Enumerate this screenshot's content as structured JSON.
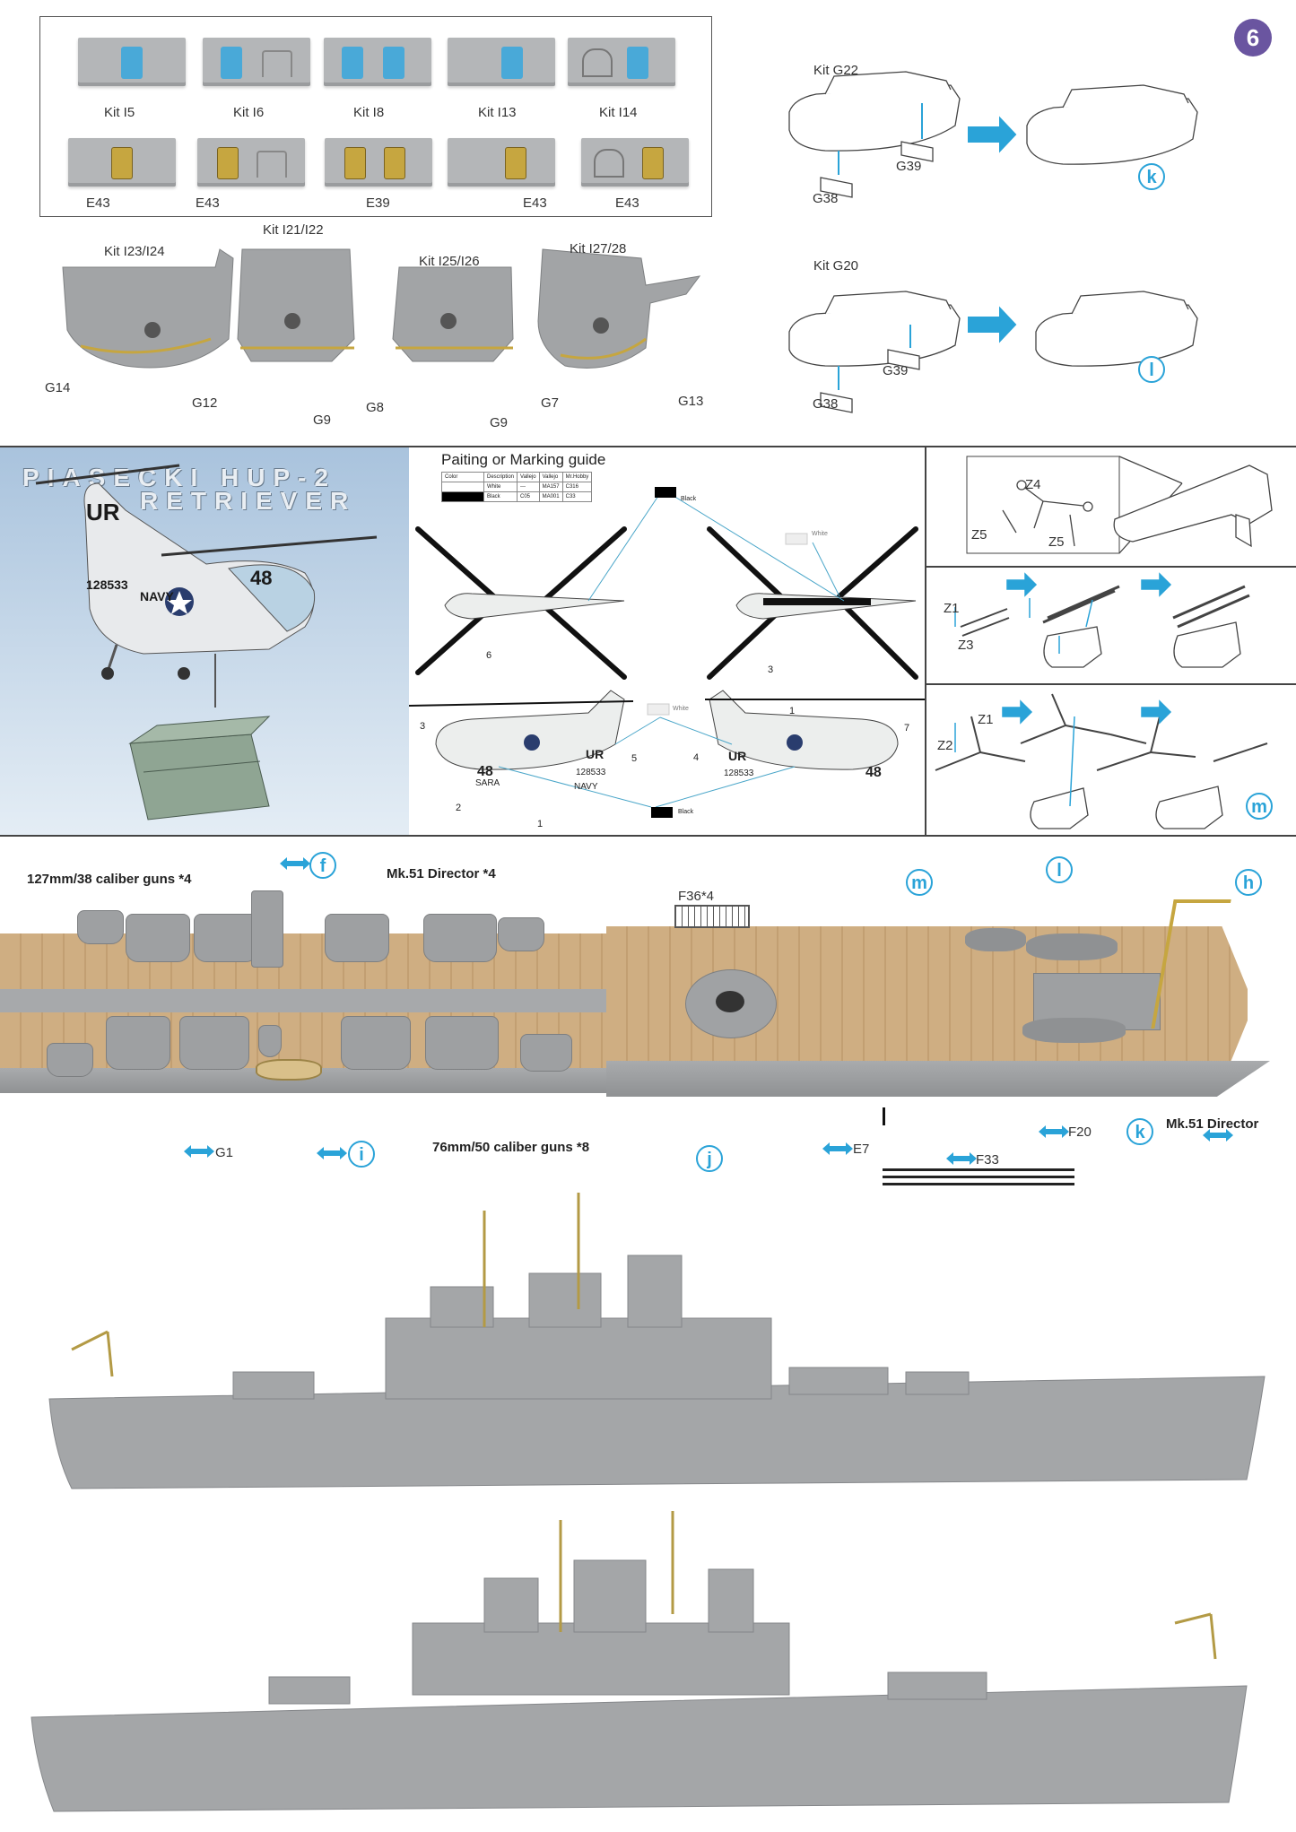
{
  "step_number": "6",
  "top_left": {
    "kit_labels": [
      "Kit I5",
      "Kit I6",
      "Kit I8",
      "Kit I13",
      "Kit I14"
    ],
    "pe_labels": [
      "E43",
      "E43",
      "E39",
      "E43",
      "E43"
    ],
    "platform_labels": [
      "Kit I23/I24",
      "Kit I21/I22",
      "Kit I25/I26",
      "Kit I27/28"
    ],
    "part_labels": [
      "G14",
      "G12",
      "G9",
      "G8",
      "G9",
      "G7",
      "G13"
    ]
  },
  "boats": {
    "boat_k": {
      "kit": "Kit G22",
      "parts": [
        "G38",
        "G39"
      ],
      "mark": "k"
    },
    "boat_l": {
      "kit": "Kit G20",
      "parts": [
        "G38",
        "G39"
      ],
      "mark": "l"
    }
  },
  "helicopter": {
    "title_line1": "PIASECKI HUP-2",
    "title_line2": "RETRIEVER",
    "fuselage_code": "UR",
    "serial": "128533",
    "nose_number": "48",
    "navy": "NAVY"
  },
  "painting": {
    "title": "Paiting or Marking guide",
    "headers": [
      "Color",
      "Description",
      "Vallejo",
      "Vallejo",
      "Mr.Hobby"
    ],
    "rows": [
      {
        "desc": "White",
        "c1": "---",
        "c2": "MA157",
        "c3": "C316"
      },
      {
        "desc": "Black",
        "c1": "C05",
        "c2": "MA001",
        "c3": "C33"
      }
    ],
    "callouts": {
      "black": "Black",
      "white": "White"
    },
    "numbers": [
      "6",
      "3",
      "3",
      "5",
      "2",
      "1",
      "4",
      "1",
      "7"
    ],
    "side_text": {
      "code": "UR",
      "serial": "128533",
      "number": "48",
      "sara": "SARA",
      "navy": "NAVY"
    }
  },
  "heli_steps": {
    "rotor_labels": [
      "Z4",
      "Z5",
      "Z5"
    ],
    "step2_labels": [
      "Z1",
      "Z3"
    ],
    "step3_labels": [
      "Z1",
      "Z2"
    ],
    "mark": "m"
  },
  "deck": {
    "guns_127": "127mm/38 caliber guns *4",
    "mk51_top": "Mk.51 Director *4",
    "mk51_side": "Mk.51 Director",
    "guns_76": "76mm/50 caliber guns *8",
    "f36": "F36*4",
    "labels": {
      "g1": "G1",
      "e7": "E7",
      "f33": "F33",
      "f20": "F20"
    },
    "marks": {
      "f": "f",
      "i": "i",
      "j": "j",
      "k": "k",
      "l": "l",
      "m": "m",
      "h": "h"
    }
  }
}
